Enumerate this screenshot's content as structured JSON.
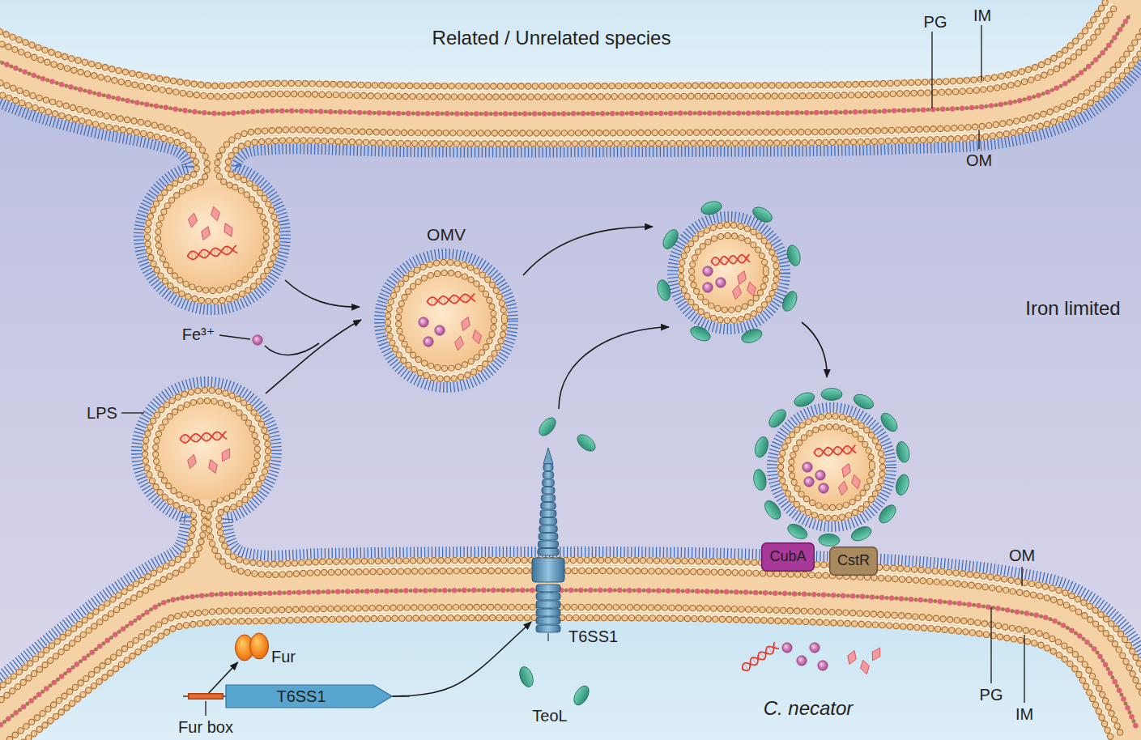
{
  "diagram": {
    "nodes": [
      {
        "text": [
          "Related / Unrelated species"
        ]
      },
      {
        "text": [
          "OMV"
        ]
      },
      {
        "text": [
          "C. necator"
        ]
      },
      {
        "text": [
          "CubA"
        ],
        "in": 2
      },
      {
        "text": [
          "CstR"
        ],
        "in": 2
      },
      {
        "text": [
          "T6SS1"
        ],
        "in": 2
      },
      {
        "text": [
          "Fur"
        ],
        "in": 2
      },
      {
        "text": [
          "Fur box"
        ],
        "in": 2
      },
      {
        "text": [
          "T6SS1"
        ],
        "in": 2
      }
    ],
    "edges": [
      {
        "from": 7,
        "to": 6,
        "arrow": "to"
      },
      {
        "from": 8,
        "to": 5,
        "arrow": "to"
      }
    ],
    "labels": [
      "PG",
      "IM",
      "OM",
      "Iron limited",
      "Fe³⁺",
      "LPS",
      "TeoL",
      "OM",
      "PG",
      "IM"
    ]
  }
}
